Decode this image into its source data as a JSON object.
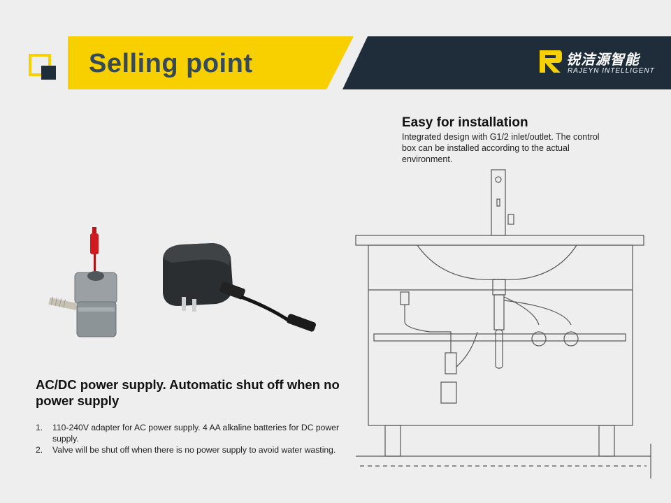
{
  "header": {
    "title": "Selling point",
    "brand_cn": "锐洁源智能",
    "brand_en": "RAJEYN INTELLIGENT",
    "colors": {
      "yellow": "#f8d000",
      "dark_navy": "#1f2d3a",
      "title_text": "#34495a"
    }
  },
  "installation": {
    "title": "Easy for installation",
    "description": "Integrated design with G1/2 inlet/outlet. The control box can be installed according to the actual environment."
  },
  "power": {
    "title": "AC/DC power supply. Automatic shut off when no power supply",
    "items": [
      {
        "num": "1.",
        "text": "110-240V adapter for AC power supply. 4 AA alkaline batteries for DC power supply."
      },
      {
        "num": "2.",
        "text": "Valve will be shut off when there is no power supply to avoid water wasting."
      }
    ]
  },
  "images": {
    "valve": "solenoid-valve-illustration",
    "adapter": "power-adapter-illustration",
    "sink": "sink-cabinet-installation-diagram"
  }
}
